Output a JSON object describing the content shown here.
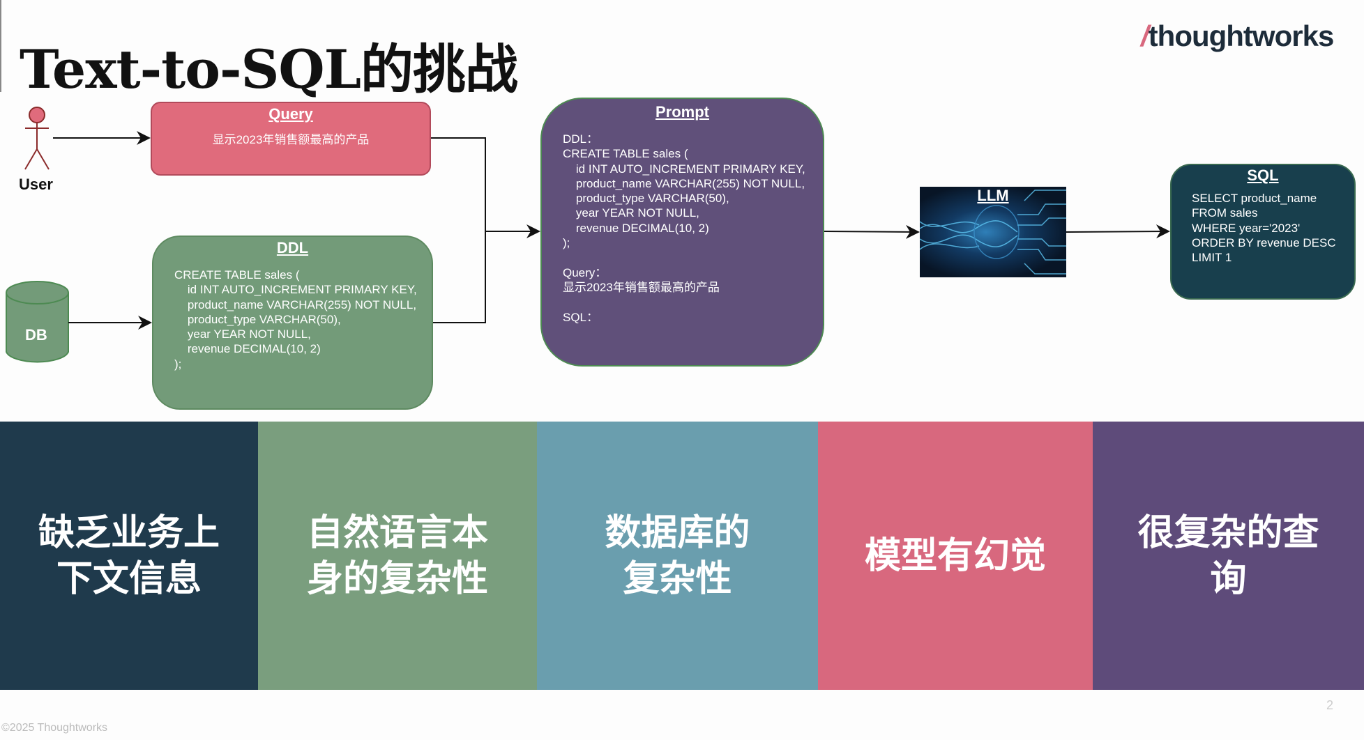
{
  "title": "Text-to-SQL的挑战",
  "logo": {
    "slash": "/",
    "text": "thoughtworks"
  },
  "diagram": {
    "user_label": "User",
    "db_label": "DB",
    "query": {
      "title": "Query",
      "text": "显示2023年销售额最高的产品"
    },
    "ddl": {
      "title": "DDL",
      "code": "CREATE TABLE sales (\n    id INT AUTO_INCREMENT PRIMARY KEY,\n    product_name VARCHAR(255) NOT NULL,\n    product_type VARCHAR(50),\n    year YEAR NOT NULL,\n    revenue DECIMAL(10, 2)\n);"
    },
    "prompt": {
      "title": "Prompt",
      "code": "DDL：\nCREATE TABLE sales (\n    id INT AUTO_INCREMENT PRIMARY KEY,\n    product_name VARCHAR(255) NOT NULL,\n    product_type VARCHAR(50),\n    year YEAR NOT NULL,\n    revenue DECIMAL(10, 2)\n);\n\nQuery：\n显示2023年销售额最高的产品\n\nSQL："
    },
    "llm": {
      "title": "LLM"
    },
    "sql": {
      "title": "SQL",
      "code": "SELECT product_name\nFROM sales\nWHERE year='2023'\nORDER BY revenue DESC\nLIMIT 1"
    }
  },
  "challenges": [
    {
      "text": "缺乏业务上\n下文信息",
      "color": "#1f3a4c"
    },
    {
      "text": "自然语言本\n身的复杂性",
      "color": "#7a9e7e"
    },
    {
      "text": "数据库的\n复杂性",
      "color": "#6a9eae"
    },
    {
      "text": "模型有幻觉",
      "color": "#d8687e"
    },
    {
      "text": "很复杂的查\n询",
      "color": "#5e4b7a"
    }
  ],
  "footer": "©2025  Thoughtworks",
  "page_number": "2"
}
